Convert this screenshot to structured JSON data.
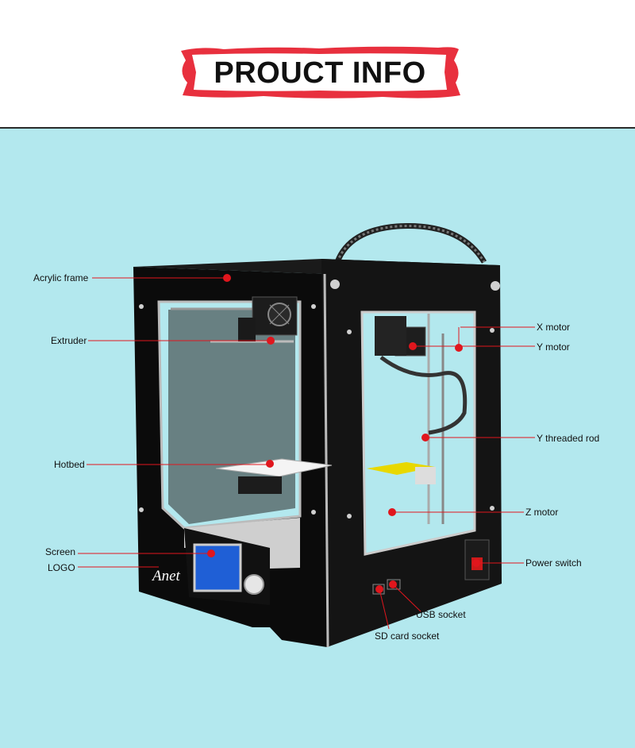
{
  "header": {
    "title": "PROUCT INFO"
  },
  "callouts": {
    "acrylic_frame": "Acrylic frame",
    "extruder": "Extruder",
    "hotbed": "Hotbed",
    "screen": "Screen",
    "logo": "LOGO",
    "x_motor": "X motor",
    "y_motor": "Y motor",
    "y_threaded_rod": "Y threaded rod",
    "z_motor": "Z motor",
    "power_switch": "Power switch",
    "usb_socket": "USB socket",
    "sd_card_socket": "SD card socket"
  },
  "brand_logo": "Anet",
  "colors": {
    "banner_red": "#e8303e",
    "background": "#b3e8ee",
    "frame": "#0c0c0c",
    "marker": "#e0161d"
  }
}
